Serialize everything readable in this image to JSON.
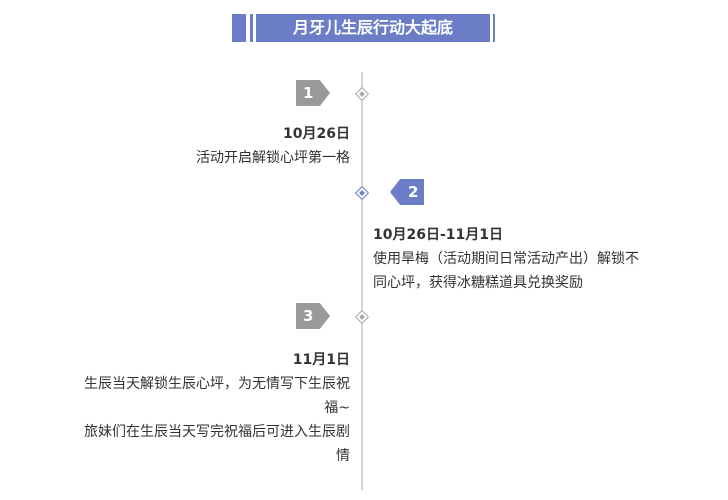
{
  "title": "月牙儿生辰行动大起底",
  "colors": {
    "accent": "#6a7dc6",
    "muted": "#999999",
    "axis": "#d6d6d6"
  },
  "steps": [
    {
      "num": "1",
      "date": "10月26日",
      "lines": [
        "活动开启解锁心坪第一格"
      ]
    },
    {
      "num": "2",
      "date": "10月26日-11月1日",
      "lines": [
        "使用旱梅（活动期间日常活动产出）解锁不",
        "同心坪，获得冰糖糕道具兑换奖励"
      ]
    },
    {
      "num": "3",
      "date": "11月1日",
      "lines": [
        "生辰当天解锁生辰心坪，为无情写下生辰祝",
        "福~",
        "旅妹们在生辰当天写完祝福后可进入生辰剧",
        "情"
      ]
    }
  ]
}
